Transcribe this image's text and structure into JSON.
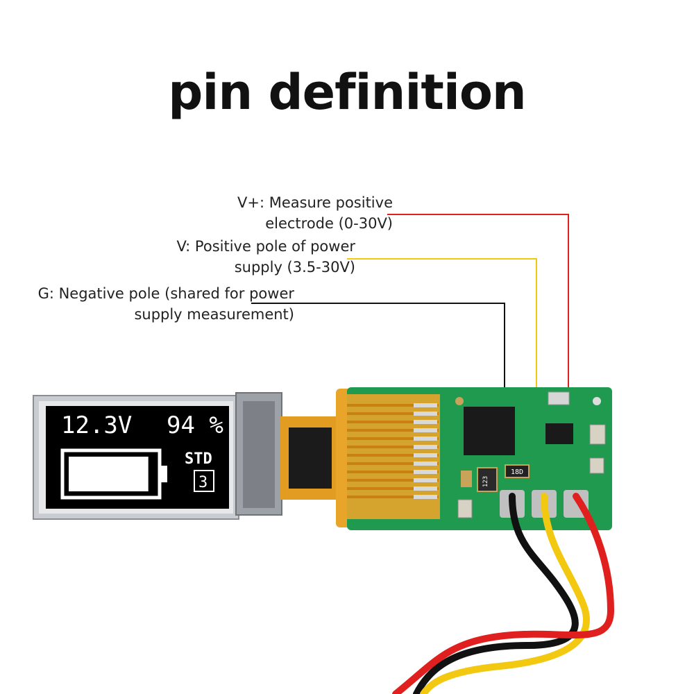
{
  "title": "pin definition",
  "pins": [
    {
      "id": "vplus",
      "line1": "V+: Measure positive",
      "line2": "electrode (0-30V)",
      "wire_color": "#e0201e"
    },
    {
      "id": "v",
      "line1": "V: Positive pole of power",
      "line2": "supply (3.5-30V)",
      "wire_color": "#f2c811"
    },
    {
      "id": "g",
      "line1": "G: Negative pole (shared for power",
      "line2": "supply measurement)",
      "wire_color": "#111111"
    }
  ],
  "oled": {
    "voltage": "12.3V",
    "percent": "94 %",
    "mode": "STD",
    "level": "3",
    "battery_fill": 0.94
  },
  "pcb": {
    "chip_labels": [
      "123",
      "18D"
    ],
    "board_color": "#1f9a4f"
  }
}
